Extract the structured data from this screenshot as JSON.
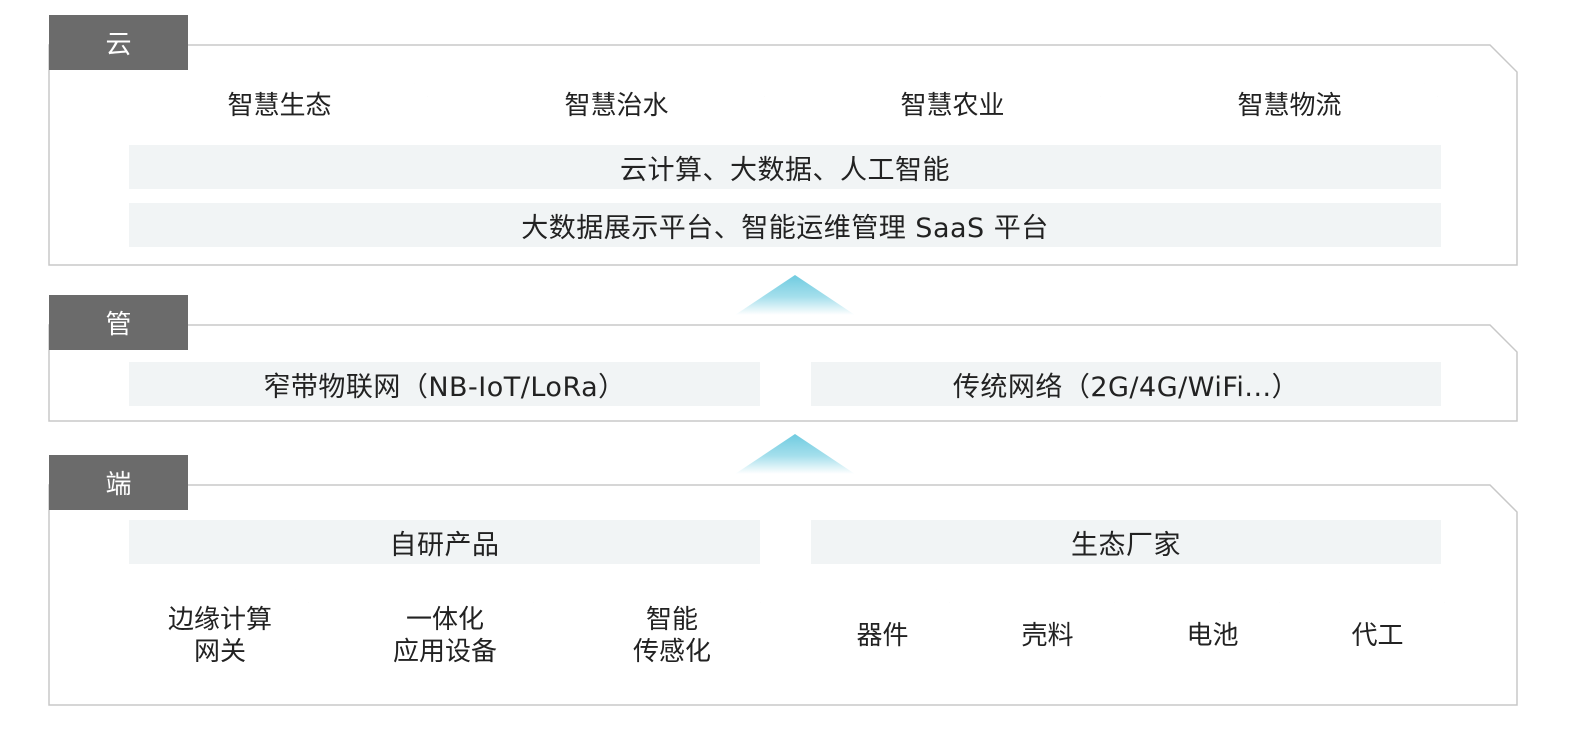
{
  "layers": {
    "cloud": {
      "tab": "云",
      "apps": [
        "智慧生态",
        "智慧治水",
        "智慧农业",
        "智慧物流"
      ],
      "band1": "云计算、大数据、人工智能",
      "band2": "大数据展示平台、智能运维管理 SaaS 平台"
    },
    "pipe": {
      "tab": "管",
      "left": "窄带物联网（NB-IoT/LoRa）",
      "right": "传统网络（2G/4G/WiFi...）"
    },
    "edge": {
      "tab": "端",
      "left_header": "自研产品",
      "right_header": "生态厂家",
      "left_items": [
        {
          "line1": "边缘计算",
          "line2": "网关"
        },
        {
          "line1": "一体化",
          "line2": "应用设备"
        },
        {
          "line1": "智能",
          "line2": "传感化"
        }
      ],
      "right_items": [
        "器件",
        "壳料",
        "电池",
        "代工"
      ]
    }
  },
  "colors": {
    "tab_bg": "#6b6b6b",
    "band_bg": "#f1f4f5",
    "frame_line": "#c8c8c8",
    "arrow": "#6fcbe0"
  }
}
